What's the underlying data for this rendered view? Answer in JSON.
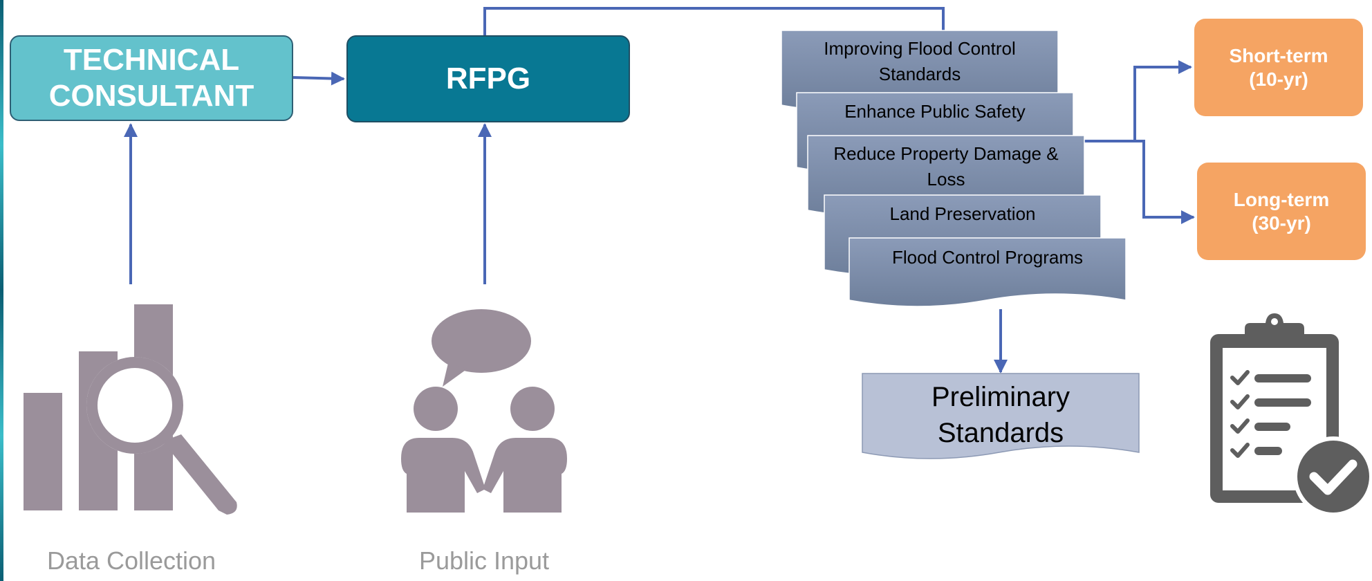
{
  "nodes": {
    "technical_consultant_line1": "TECHNICAL",
    "technical_consultant_line2": "CONSULTANT",
    "rfpg": "RFPG",
    "short_term_line1": "Short-term",
    "short_term_line2": "(10-yr)",
    "long_term_line1": "Long-term",
    "long_term_line2": "(30-yr)"
  },
  "goals": [
    {
      "line1": "Improving Flood Control",
      "line2": "Standards"
    },
    {
      "line1": "Enhance Public Safety",
      "line2": ""
    },
    {
      "line1": "Reduce Property Damage &",
      "line2": "Loss"
    },
    {
      "line1": "Land Preservation",
      "line2": ""
    },
    {
      "line1": "Flood Control Programs",
      "line2": ""
    }
  ],
  "preliminary": {
    "line1": "Preliminary",
    "line2": "Standards"
  },
  "captions": {
    "data_collection": "Data Collection",
    "public_input": "Public Input"
  },
  "colors": {
    "technical_consultant": "#63c2cc",
    "rfpg": "#087893",
    "orange": "#f5a463",
    "connector": "#4a67b5",
    "icon_gray": "#9b8f9b",
    "clipboard": "#5e5e5e"
  },
  "icons": [
    "data-analysis-icon",
    "people-conversation-icon",
    "checklist-clipboard-icon"
  ]
}
